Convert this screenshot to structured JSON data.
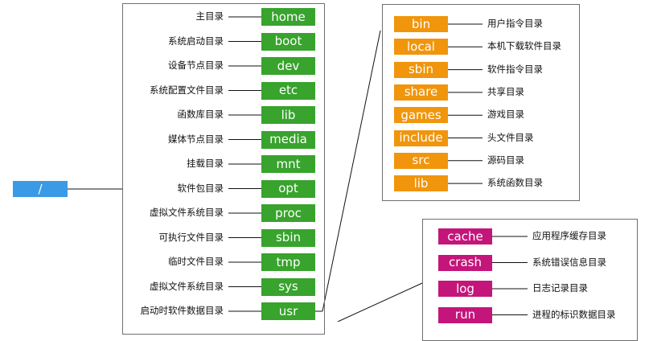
{
  "colors": {
    "root": "#3a9ae6",
    "main": "#38a32d",
    "usr": "#f0950c",
    "var": "#c4157a",
    "line": "#111111",
    "border": "#6f6f6f"
  },
  "root": {
    "label": "/"
  },
  "main_dirs": [
    {
      "name": "home",
      "desc": "主目录"
    },
    {
      "name": "boot",
      "desc": "系统启动目录"
    },
    {
      "name": "dev",
      "desc": "设备节点目录"
    },
    {
      "name": "etc",
      "desc": "系统配置文件目录"
    },
    {
      "name": "lib",
      "desc": "函数库目录"
    },
    {
      "name": "media",
      "desc": "媒体节点目录"
    },
    {
      "name": "mnt",
      "desc": "挂载目录"
    },
    {
      "name": "opt",
      "desc": "软件包目录"
    },
    {
      "name": "proc",
      "desc": "虚拟文件系统目录"
    },
    {
      "name": "sbin",
      "desc": "可执行文件目录"
    },
    {
      "name": "tmp",
      "desc": "临时文件目录"
    },
    {
      "name": "sys",
      "desc": "虚拟文件系统目录"
    },
    {
      "name": "usr",
      "desc": "启动时软件数据目录"
    }
  ],
  "usr_dirs": [
    {
      "name": "bin",
      "desc": "用户指令目录"
    },
    {
      "name": "local",
      "desc": "本机下载软件目录"
    },
    {
      "name": "sbin",
      "desc": "软件指令目录"
    },
    {
      "name": "share",
      "desc": "共享目录"
    },
    {
      "name": "games",
      "desc": "游戏目录"
    },
    {
      "name": "include",
      "desc": "头文件目录"
    },
    {
      "name": "src",
      "desc": "源码目录"
    },
    {
      "name": "lib",
      "desc": "系统函数目录"
    }
  ],
  "var_dirs": [
    {
      "name": "cache",
      "desc": "应用程序缓存目录"
    },
    {
      "name": "crash",
      "desc": "系统错误信息目录"
    },
    {
      "name": "log",
      "desc": "日志记录目录"
    },
    {
      "name": "run",
      "desc": "进程的标识数据目录"
    }
  ]
}
